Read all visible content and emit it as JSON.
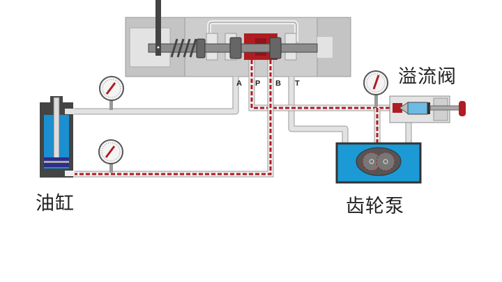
{
  "labels": {
    "cylinder": "油缸",
    "gear_pump": "齿轮泵",
    "relief_valve": "溢流阀"
  },
  "ports": {
    "a": "A",
    "p": "P",
    "b": "B",
    "t": "T"
  },
  "colors": {
    "pressure": "#b01c22",
    "oil": "#1b9ad6",
    "body": "#cfcfcf",
    "pipe": "#d9d9d9"
  }
}
